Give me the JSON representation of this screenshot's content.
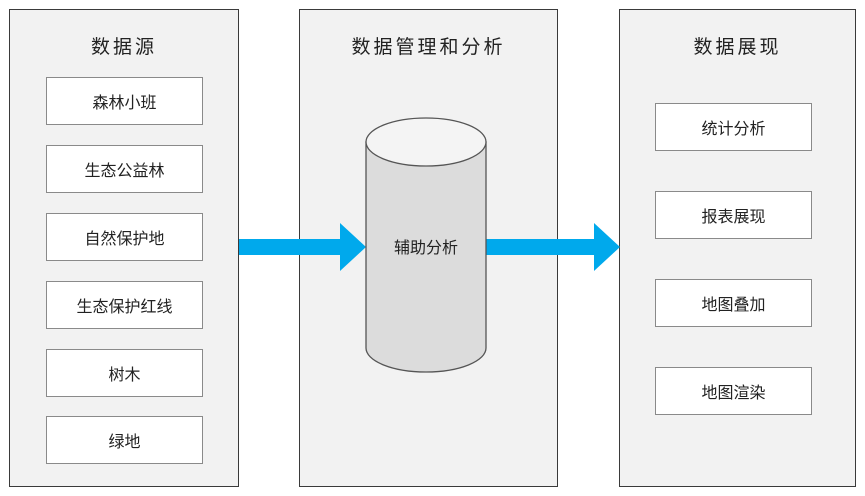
{
  "source": {
    "title": "数据源",
    "items": [
      "森林小班",
      "生态公益林",
      "自然保护地",
      "生态保护红线",
      "树木",
      "绿地"
    ]
  },
  "management": {
    "title": "数据管理和分析",
    "cylinder_label": "辅助分析"
  },
  "display": {
    "title": "数据展现",
    "items": [
      "统计分析",
      "报表展现",
      "地图叠加",
      "地图渲染"
    ]
  },
  "colors": {
    "arrow": "#00a9ec",
    "panel_bg": "#f2f2f2",
    "panel_border": "#3a3a3a",
    "box_border": "#8a8a8a",
    "cylinder_fill": "#dcdcdc"
  }
}
